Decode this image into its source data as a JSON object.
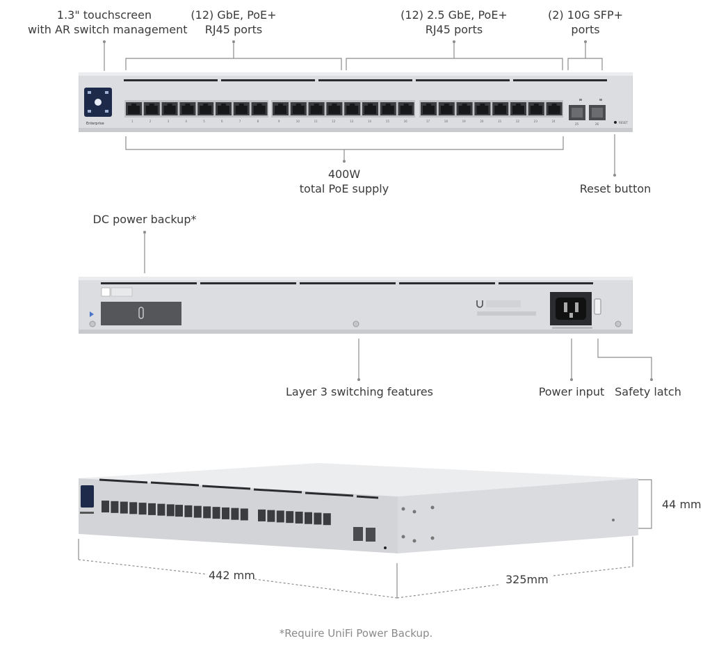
{
  "front_labels": {
    "touchscreen": [
      "1.3\" touchscreen",
      "with AR switch management"
    ],
    "gbe_ports": [
      "(12) GbE, PoE+",
      "RJ45 ports"
    ],
    "gbe25_ports": [
      "(12) 2.5 GbE, PoE+",
      "RJ45 ports"
    ],
    "sfp_ports": [
      "(2) 10G SFP+",
      "ports"
    ],
    "poe_supply": [
      "400W",
      "total PoE supply"
    ],
    "reset": "Reset button"
  },
  "front_device": {
    "brand_label": "Enterprise",
    "port_labels": [
      "1",
      "2",
      "3",
      "4",
      "5",
      "6",
      "7",
      "8",
      "9",
      "10",
      "11",
      "12",
      "13",
      "14",
      "15",
      "16",
      "17",
      "18",
      "19",
      "20",
      "21",
      "22",
      "23",
      "24"
    ],
    "sfp_labels": [
      "25",
      "26"
    ],
    "reset_text": "RESET"
  },
  "rear_labels": {
    "dc_backup": "DC power backup*",
    "layer3": "Layer 3 switching features",
    "power_input": "Power input",
    "safety_latch": "Safety latch"
  },
  "dimensions": {
    "height": "44 mm",
    "width": "442 mm",
    "depth": "325mm"
  },
  "footnote": "*Require UniFi Power Backup.",
  "colors": {
    "chassis": "#dcdde0",
    "chassis_edge": "#c4c6ca",
    "vent": "#2a2b2e",
    "port": "#3b3c3f",
    "screen": "#1d2a4a",
    "line": "#8c8c8c"
  }
}
